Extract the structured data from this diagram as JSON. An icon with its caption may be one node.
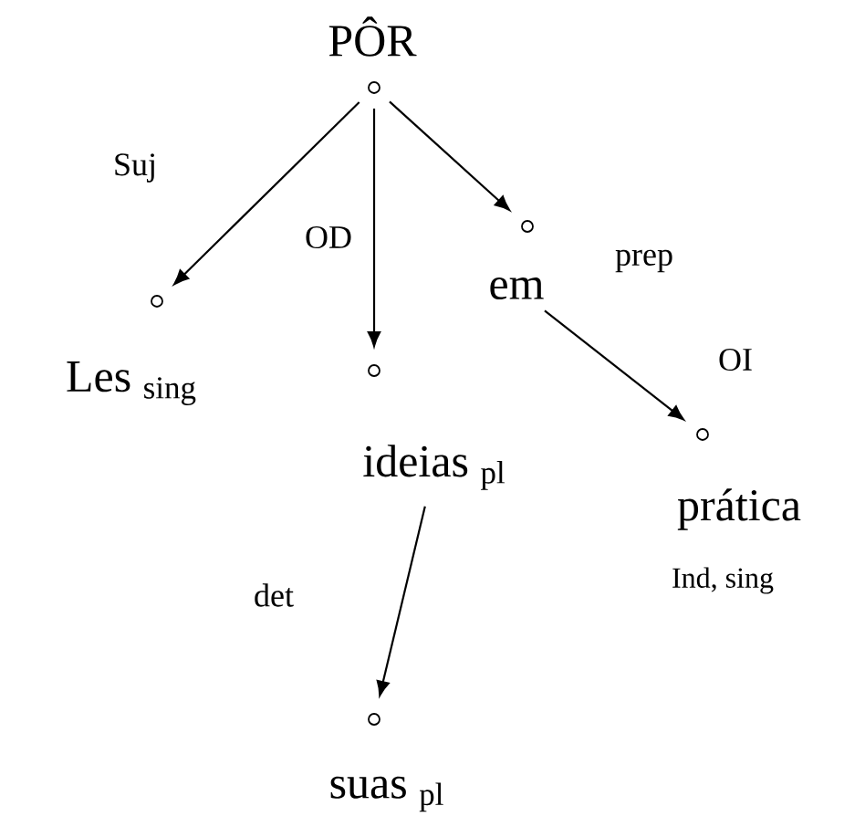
{
  "diagram": {
    "nodes": [
      {
        "text": [
          "PÔR"
        ]
      },
      {
        "text": [
          "Les $_{sing}$"
        ]
      },
      {
        "text": [
          "ideias $_{pl}$"
        ]
      },
      {
        "text": [
          "em"
        ]
      },
      {
        "text": [
          "prática",
          "Ind, sing"
        ]
      },
      {
        "text": [
          "suas $_{pl}$"
        ]
      }
    ],
    "edges": [
      {
        "from": 0,
        "to": 1,
        "arrow": "to",
        "label": "Suj"
      },
      {
        "from": 0,
        "to": 2,
        "arrow": "to",
        "label": "OD"
      },
      {
        "from": 0,
        "to": 3,
        "arrow": "to"
      },
      {
        "from": 3,
        "to": 4,
        "arrow": "to",
        "label": "OI"
      },
      {
        "from": 2,
        "to": 5,
        "arrow": "to",
        "label": "det"
      }
    ],
    "labels": [
      "prep"
    ]
  }
}
